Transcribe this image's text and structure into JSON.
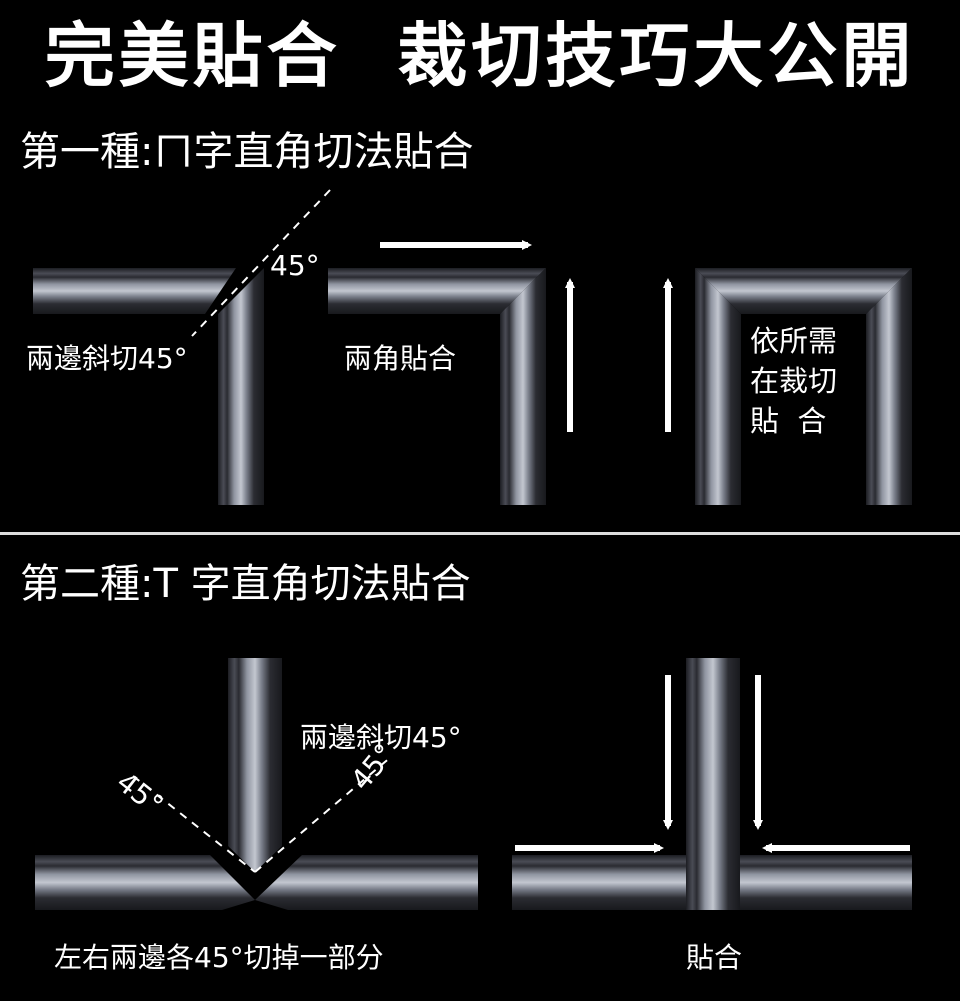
{
  "title": "完美貼合  裁切技巧大公開",
  "section1": {
    "heading": "第一種:ㄇ字直角切法貼合",
    "angle": "45°",
    "label_cut": "兩邊斜切45°",
    "label_join": "兩角貼合",
    "label_fit_1": "依所需",
    "label_fit_2": "在裁切",
    "label_fit_3": "貼  合"
  },
  "section2": {
    "heading": "第二種:T 字直角切法貼合",
    "angle_left": "45°",
    "angle_right": "45°",
    "label_cut": "兩邊斜切45°",
    "label_trim": "左右兩邊各45°切掉一部分",
    "label_join": "貼合"
  },
  "colors": {
    "background": "#000000",
    "strip_dark": "#2a2b30",
    "strip_light": "#a9adb8",
    "text": "#ffffff"
  }
}
